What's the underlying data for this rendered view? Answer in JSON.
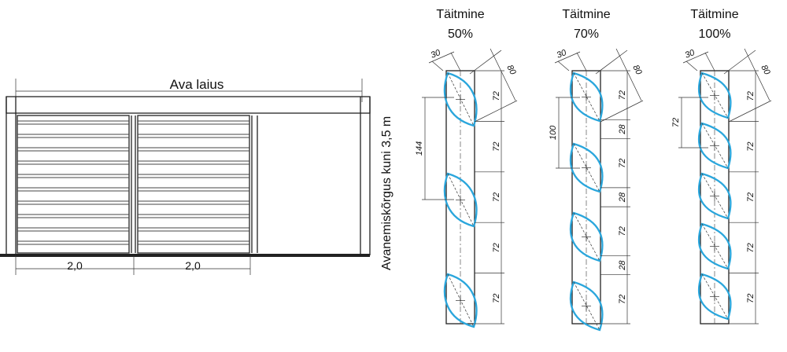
{
  "gate": {
    "width_label": "Ava laius",
    "height_label": "Avanemiskõrgus kuni 3,5 m",
    "section_left_label": "2,0",
    "section_right_label": "2,0"
  },
  "columns": [
    {
      "title_line1": "Täitmine",
      "title_line2": "50%",
      "blade_count": 3,
      "spacing_label": "144",
      "top_label": "30",
      "diag_label": "80",
      "right_dims": [
        "72",
        "72",
        "72",
        "72",
        "72"
      ]
    },
    {
      "title_line1": "Täitmine",
      "title_line2": "70%",
      "blade_count": 4,
      "spacing_label": "100",
      "top_label": "30",
      "diag_label": "80",
      "right_dims": [
        "72",
        "28",
        "72",
        "28",
        "72",
        "28",
        "72"
      ]
    },
    {
      "title_line1": "Täitmine",
      "title_line2": "100%",
      "blade_count": 5,
      "spacing_label": "72",
      "top_label": "30",
      "diag_label": "80",
      "right_dims": [
        "72",
        "72",
        "72",
        "72",
        "72"
      ]
    }
  ],
  "colors": {
    "blade": "#2aa6dc",
    "line": "#222222"
  }
}
